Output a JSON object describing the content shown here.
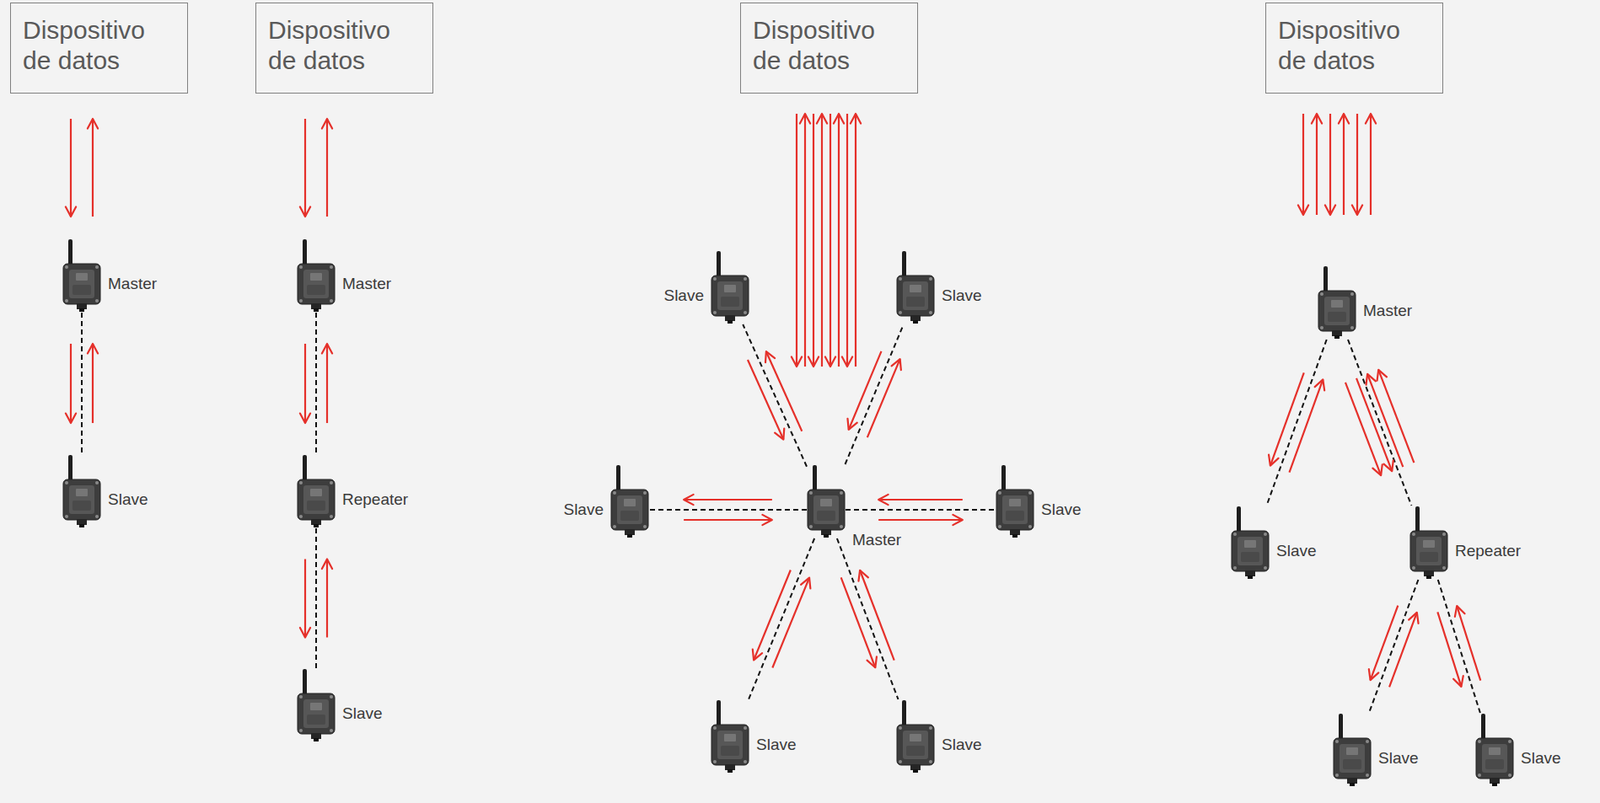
{
  "diagram": {
    "nodes": [
      {
        "text": [
          "Dispositivo de datos"
        ]
      },
      {
        "text": [
          "Master"
        ]
      },
      {
        "text": [
          "Slave"
        ]
      },
      {
        "text": [
          "Dispositivo de datos"
        ]
      },
      {
        "text": [
          "Master"
        ]
      },
      {
        "text": [
          "Repeater"
        ]
      },
      {
        "text": [
          "Slave"
        ]
      },
      {
        "text": [
          "Dispositivo de datos"
        ]
      },
      {
        "text": [
          "Slave"
        ]
      },
      {
        "text": [
          "Slave"
        ]
      },
      {
        "text": [
          "Slave"
        ]
      },
      {
        "text": [
          "Master"
        ]
      },
      {
        "text": [
          "Slave"
        ]
      },
      {
        "text": [
          "Slave"
        ]
      },
      {
        "text": [
          "Slave"
        ]
      },
      {
        "text": [
          "Dispositivo de datos"
        ]
      },
      {
        "text": [
          "Master"
        ]
      },
      {
        "text": [
          "Slave"
        ]
      },
      {
        "text": [
          "Repeater"
        ]
      },
      {
        "text": [
          "Slave"
        ]
      },
      {
        "text": [
          "Slave"
        ]
      }
    ],
    "edges": [
      {
        "from": 0,
        "to": 1,
        "arrow": "both"
      },
      {
        "from": 1,
        "to": 2,
        "arrow": "both"
      },
      {
        "from": 3,
        "to": 4,
        "arrow": "both"
      },
      {
        "from": 4,
        "to": 5,
        "arrow": "both"
      },
      {
        "from": 5,
        "to": 6,
        "arrow": "both"
      },
      {
        "from": 7,
        "to": 11,
        "arrow": "both"
      },
      {
        "from": 11,
        "to": 8,
        "arrow": "both"
      },
      {
        "from": 11,
        "to": 9,
        "arrow": "both"
      },
      {
        "from": 11,
        "to": 10,
        "arrow": "both"
      },
      {
        "from": 11,
        "to": 12,
        "arrow": "both"
      },
      {
        "from": 11,
        "to": 13,
        "arrow": "both"
      },
      {
        "from": 11,
        "to": 14,
        "arrow": "both"
      },
      {
        "from": 15,
        "to": 16,
        "arrow": "both"
      },
      {
        "from": 16,
        "to": 17,
        "arrow": "both"
      },
      {
        "from": 16,
        "to": 18,
        "arrow": "both"
      },
      {
        "from": 18,
        "to": 19,
        "arrow": "both"
      },
      {
        "from": 18,
        "to": 20,
        "arrow": "both"
      }
    ]
  }
}
